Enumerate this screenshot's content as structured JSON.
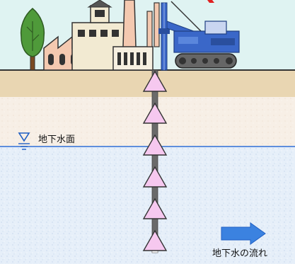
{
  "labels": {
    "groundwater_surface": "地下水面",
    "groundwater_flow": "地下水の流れ"
  },
  "markers": {
    "count": 6,
    "shape": "triangle-up"
  },
  "colors": {
    "sky": "#dff3f2",
    "ground_surface": "#e9d6b2",
    "unsaturated_soil": "#f7eee6",
    "groundwater": "#e5eef8",
    "water_table_line": "#2f6fd6",
    "arrow": "#3b82e0",
    "marker_fill": "#f6c8ef",
    "pipe": "#666666",
    "machine_blue": "#3a67c8",
    "tree_green": "#4f9a3a"
  }
}
